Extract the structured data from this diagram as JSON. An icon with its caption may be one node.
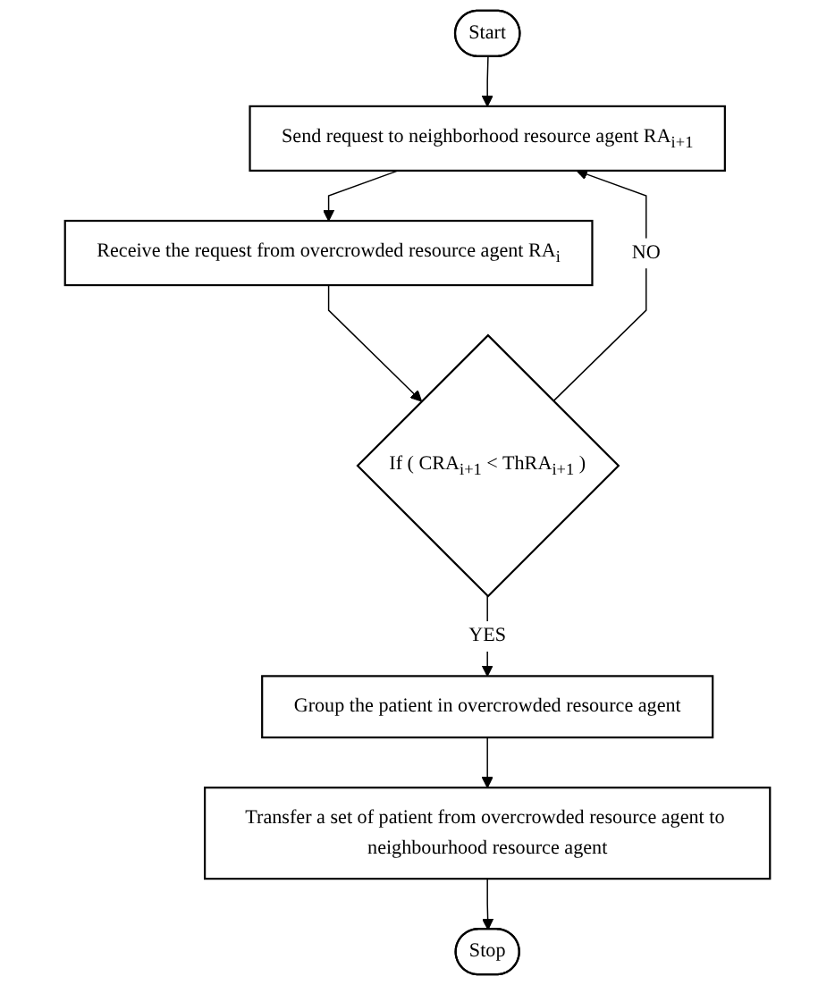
{
  "diagram": {
    "nodes": [
      {
        "text": [
          "Start"
        ]
      },
      {
        "text": [
          "Send request to neighborhood resource agent RA$_{i+1}$"
        ]
      },
      {
        "text": [
          "Receive the request from overcrowded resource agent RA$_{i}$"
        ]
      },
      {
        "text": [
          "If ( CRA$_{i+1}$ < ThRA$_{i+1}$ )"
        ]
      },
      {
        "text": [
          "Group the patient in overcrowded resource agent"
        ]
      },
      {
        "text": [
          "Transfer a set of patient from overcrowded resource agent to neighbourhood resource agent"
        ]
      },
      {
        "text": [
          "Stop"
        ]
      }
    ],
    "edges": [
      {
        "from": 0,
        "to": 1,
        "arrow": "to"
      },
      {
        "from": 1,
        "to": 2,
        "arrow": "to"
      },
      {
        "from": 2,
        "to": 3,
        "arrow": "to"
      },
      {
        "from": 3,
        "to": 1,
        "arrow": "to",
        "label": "NO"
      },
      {
        "from": 3,
        "to": 4,
        "arrow": "to",
        "label": "YES"
      },
      {
        "from": 4,
        "to": 5,
        "arrow": "to"
      },
      {
        "from": 5,
        "to": 6,
        "arrow": "to"
      }
    ]
  }
}
